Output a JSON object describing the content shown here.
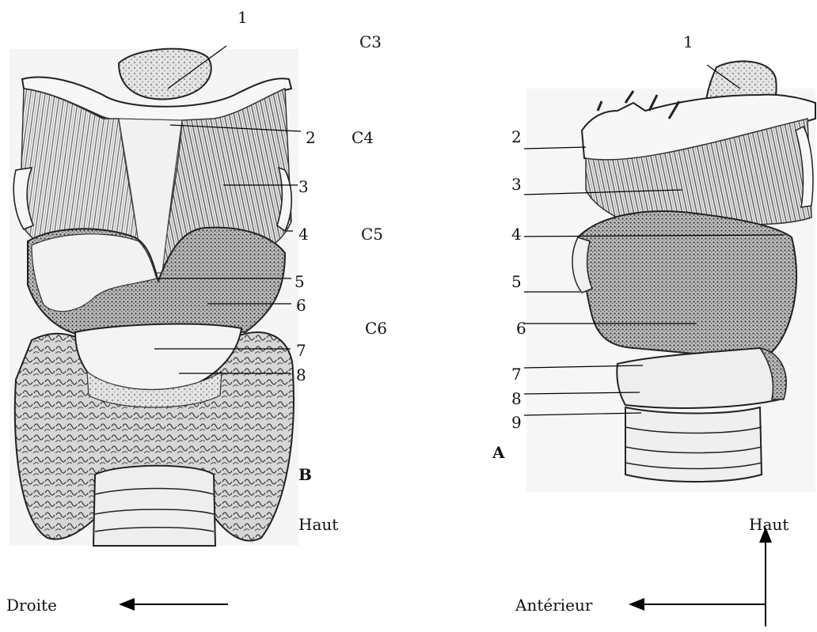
{
  "figure_b": {
    "letter": "B",
    "numbers": [
      "1",
      "2",
      "3",
      "4",
      "5",
      "6",
      "7",
      "8"
    ],
    "vertebrae": [
      "C3",
      "C4",
      "C5",
      "C6"
    ],
    "up_label": "Haut",
    "side_label": "Droite"
  },
  "figure_a": {
    "letter": "A",
    "numbers": [
      "1",
      "2",
      "3",
      "4",
      "5",
      "6",
      "7",
      "8",
      "9"
    ],
    "up_label": "Haut",
    "side_label": "Antérieur"
  }
}
